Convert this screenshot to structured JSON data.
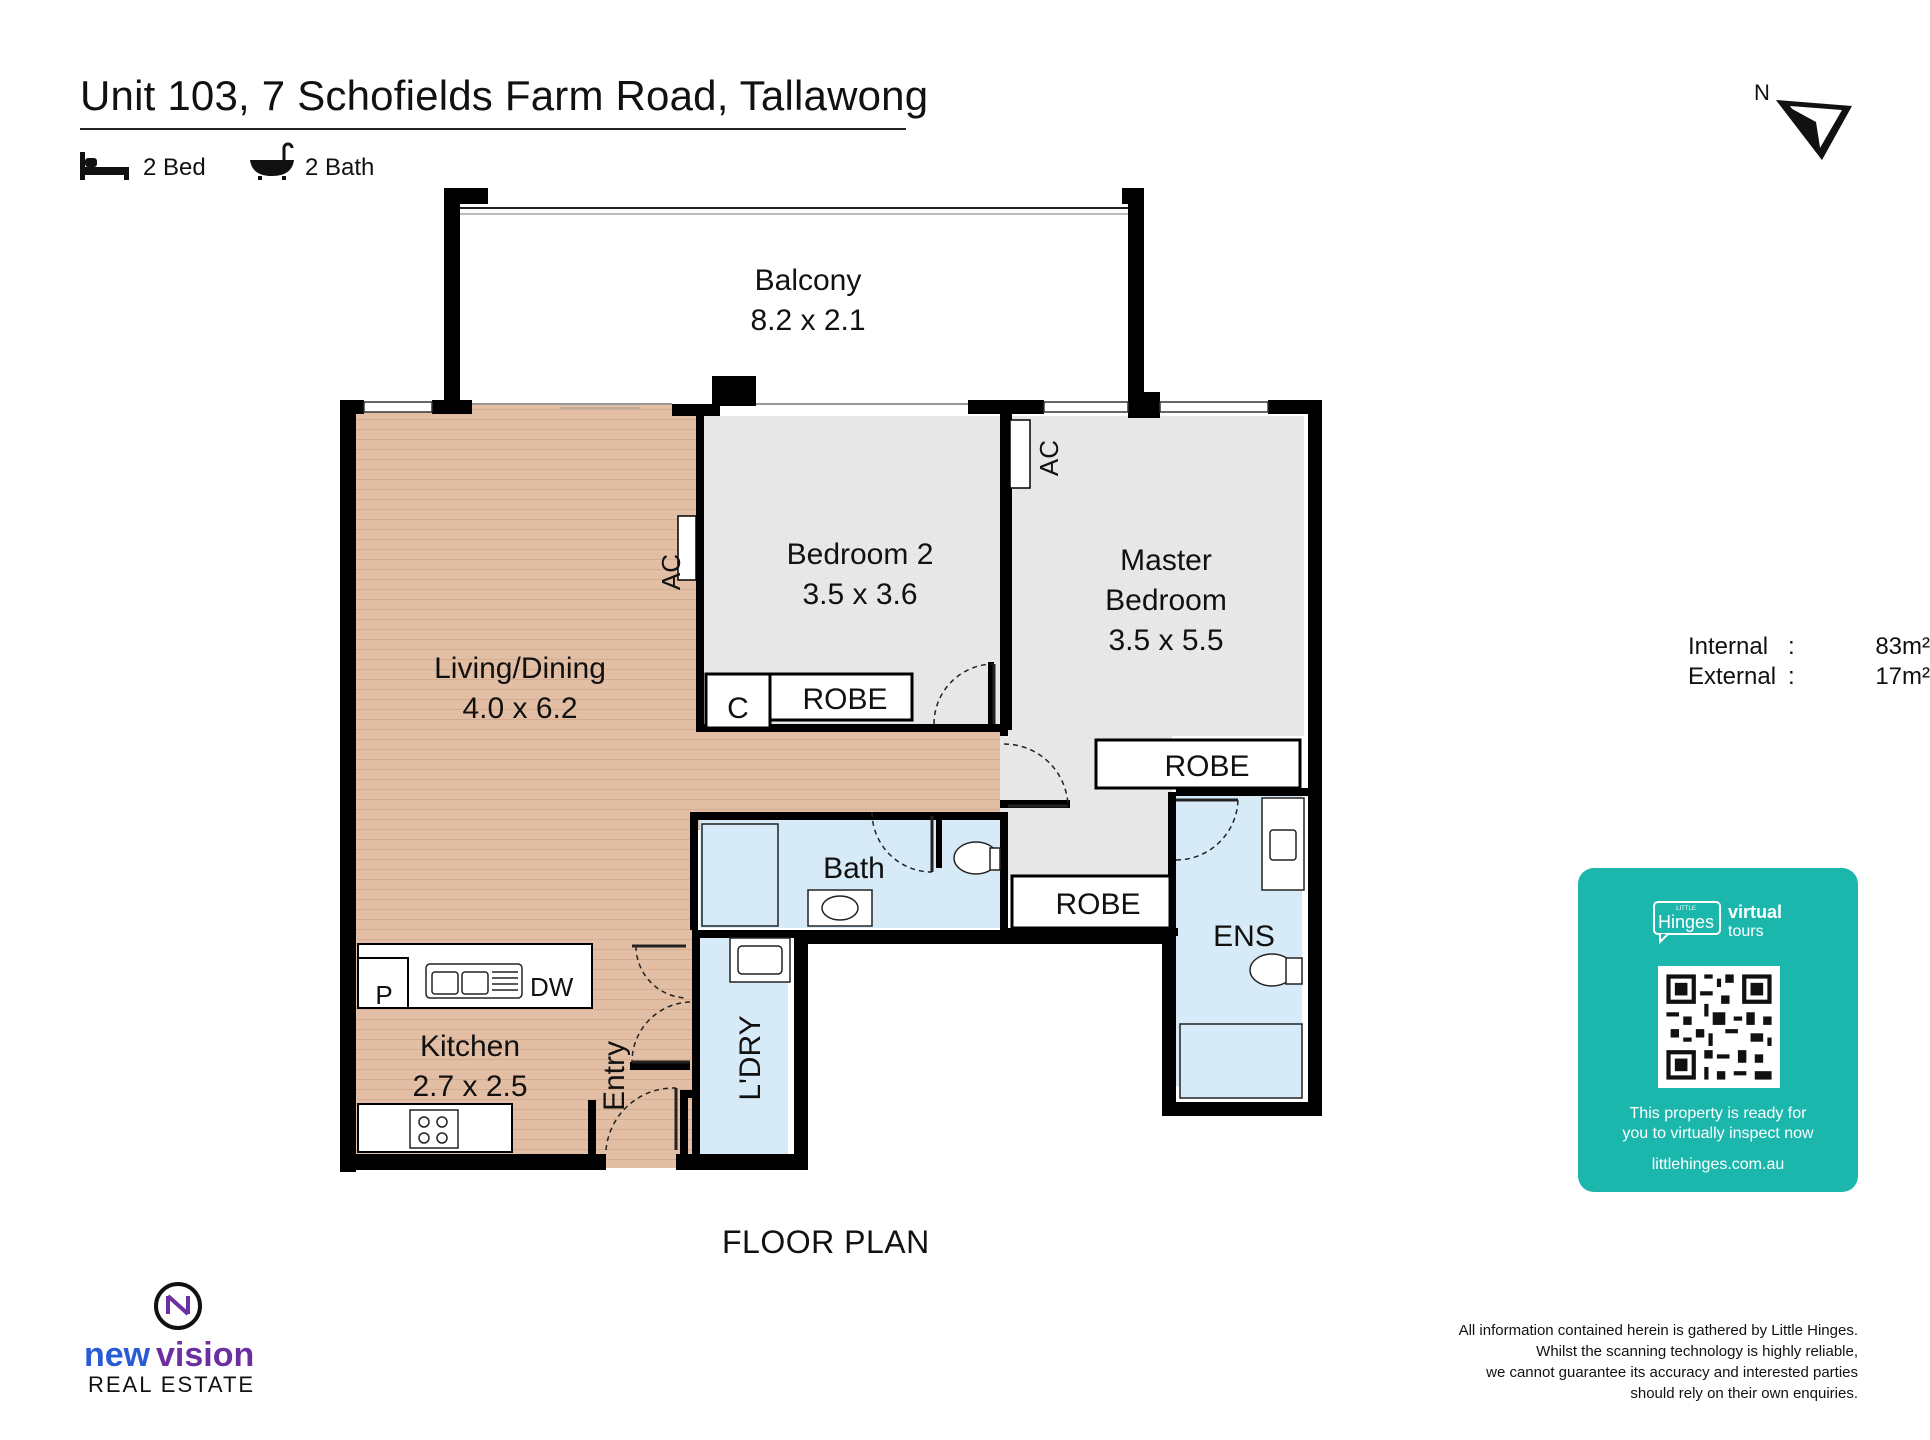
{
  "header": {
    "address": "Unit 103, 7 Schofields Farm Road, Tallawong",
    "bed_label": "2 Bed",
    "bath_label": "2 Bath"
  },
  "compass": {
    "label": "N"
  },
  "rooms": {
    "balcony": {
      "name": "Balcony",
      "size": "8.2 x 2.1"
    },
    "living": {
      "name": "Living/Dining",
      "size": "4.0 x 6.2"
    },
    "bedroom2": {
      "name": "Bedroom 2",
      "size": "3.5 x 3.6"
    },
    "master": {
      "name_line1": "Master",
      "name_line2": "Bedroom",
      "size": "3.5 x 5.5"
    },
    "kitchen": {
      "name": "Kitchen",
      "size": "2.7 x 2.5"
    },
    "bath": {
      "name": "Bath"
    },
    "ens": {
      "name": "ENS"
    },
    "laundry": {
      "name": "L'DRY"
    },
    "entry": {
      "name": "Entry"
    }
  },
  "fixtures": {
    "ac": "AC",
    "robe": "ROBE",
    "cupboard": "C",
    "pantry": "P",
    "dishwasher": "DW"
  },
  "areas": {
    "internal_label": "Internal",
    "internal_value": "83m²",
    "external_label": "External",
    "external_value": "17m²",
    "separator": ":"
  },
  "plan_caption": "FLOOR PLAN",
  "virtual_tour": {
    "brand_small": "LITTLE",
    "brand_main": "Hinges",
    "brand_virtual": "virtual",
    "brand_tours": "tours",
    "message": "This property is ready for\nyou to virtually inspect now",
    "url": "littlehinges.com.au"
  },
  "agency": {
    "name_part1": "new",
    "name_part2": "vision",
    "subtitle": "REAL ESTATE"
  },
  "disclaimer": "All information contained herein is gathered by Little Hinges.\nWhilst the scanning technology is highly reliable,\nwe cannot guarantee its accuracy and interested parties\nshould rely on their own enquiries.",
  "colors": {
    "wall": "#000000",
    "living_floor": "#e2bfa4",
    "bedroom_floor": "#e9e9e9",
    "wet_area": "#d6eaf7",
    "card": "#1bb7ad",
    "brand_purple": "#6b2fa1",
    "brand_blue": "#2a5bd7"
  },
  "icons": [
    "bed-icon",
    "bathtub-icon",
    "north-arrow-icon",
    "qr-code-icon",
    "agency-logo-icon"
  ]
}
